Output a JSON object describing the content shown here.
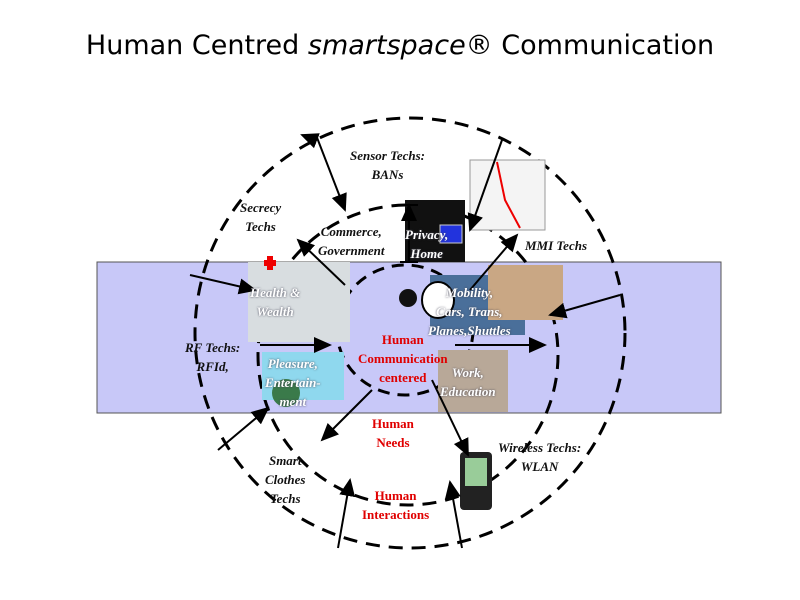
{
  "title": {
    "part1": "Human Centred ",
    "part2": "smartspace®",
    "part3": " Communication"
  },
  "labels": {
    "sensor": "Sensor Techs:\nBANs",
    "secrecy": "Secrecy\nTechs",
    "commerce": "Commerce,\nGovernment",
    "privacy": "Privacy,\nHome",
    "mmi": "MMI Techs",
    "health": "Health &\nWealth",
    "mobility": "Mobility,\nCars, Trans,\nPlanes,Shuttles",
    "rf": "RF Techs:\nRFId,",
    "pleasure": "Pleasure,\nEntertain-\nment",
    "center": "Human\nCommunication\ncentered",
    "work": "Work,\nEducation",
    "needs": "Human\nNeeds",
    "wireless": "Wireless Techs:\nWLAN",
    "clothes": "Smart\nClothes\nTechs",
    "interactions": "Human\nInteractions"
  },
  "colors": {
    "band": "#c8c8f8",
    "accent": "#e00000"
  }
}
